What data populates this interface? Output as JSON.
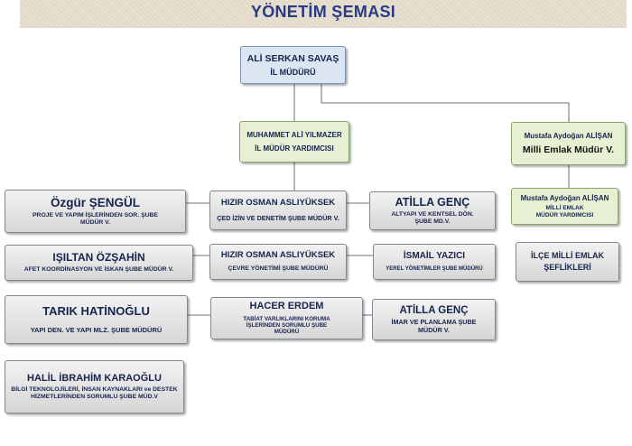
{
  "title": "YÖNETİM ŞEMASI",
  "director": {
    "name": "ALİ SERKAN SAVAŞ",
    "role": "İL MÜDÜRÜ"
  },
  "deputy": {
    "name": "MUHAMMET ALİ YILMAZER",
    "role": "İL MÜDÜR YARDIMCISI"
  },
  "emlak_director": {
    "name": "Mustafa Aydoğan ALİŞAN",
    "role": "Milli Emlak Müdür V."
  },
  "emlak_deputy": {
    "name": "Mustafa Aydoğan ALİŞAN",
    "role_line1": "MİLLİ EMLAK",
    "role_line2": "MÜDÜR YARDIMCISI"
  },
  "ilce": {
    "line1": "İLÇE MİLLİ EMLAK",
    "line2": "ŞEFLİKLERİ"
  },
  "left_branches": [
    {
      "name": "Özgür ŞENGÜL",
      "role": "PROJE VE YAPIM İŞLERİNDEN SOR. ŞUBE MÜDÜR V."
    },
    {
      "name": "IŞILTAN ÖZŞAHİN",
      "role": "AFET KOORDİNASYON VE İSKAN ŞUBE MÜDÜR V."
    },
    {
      "name": "TARIK HATİNOĞLU",
      "role": "YAPI DEN. VE YAPI MLZ. ŞUBE MÜDÜRÜ"
    },
    {
      "name": "HALİL İBRAHİM KARAOĞLU",
      "role": "BİLGİ TEKNOLOJİLERİ, İNSAN KAYNAKLARI ve DESTEK HİZMETLERİNDEN SORUMLU ŞUBE MÜD.V"
    }
  ],
  "center_branches": [
    {
      "name": "HIZIR OSMAN ASLIYÜKSEK",
      "role": "ÇED İZİN VE DENETİM ŞUBE MÜDÜR V."
    },
    {
      "name": "HIZIR OSMAN ASLIYÜKSEK",
      "role": "ÇEVRE YÖNETİMİ ŞUBE MÜDÜRÜ"
    },
    {
      "name": "HACER ERDEM",
      "role": "TABİAT VARLIKLARINI KORUMA İŞLERİNDEN SORUMLU ŞUBE MÜDÜRÜ"
    }
  ],
  "right_branches": [
    {
      "name": "ATİLLA GENÇ",
      "role": "ALTYAPI VE KENTSEL DÖN. ŞUBE MD.V."
    },
    {
      "name": "İSMAİL YAZICI",
      "role": "YEREL YÖNETİMLER ŞUBE MÜDÜRÜ"
    },
    {
      "name": "ATİLLA GENÇ",
      "role": "İMAR VE PLANLAMA ŞUBE MÜDÜR V."
    }
  ],
  "colors": {
    "title": "#2a3a86",
    "text": "#17244e",
    "connector": "#8a9099",
    "green_fill": "#e8f0d4",
    "blue_fill": "#dce6f3"
  }
}
